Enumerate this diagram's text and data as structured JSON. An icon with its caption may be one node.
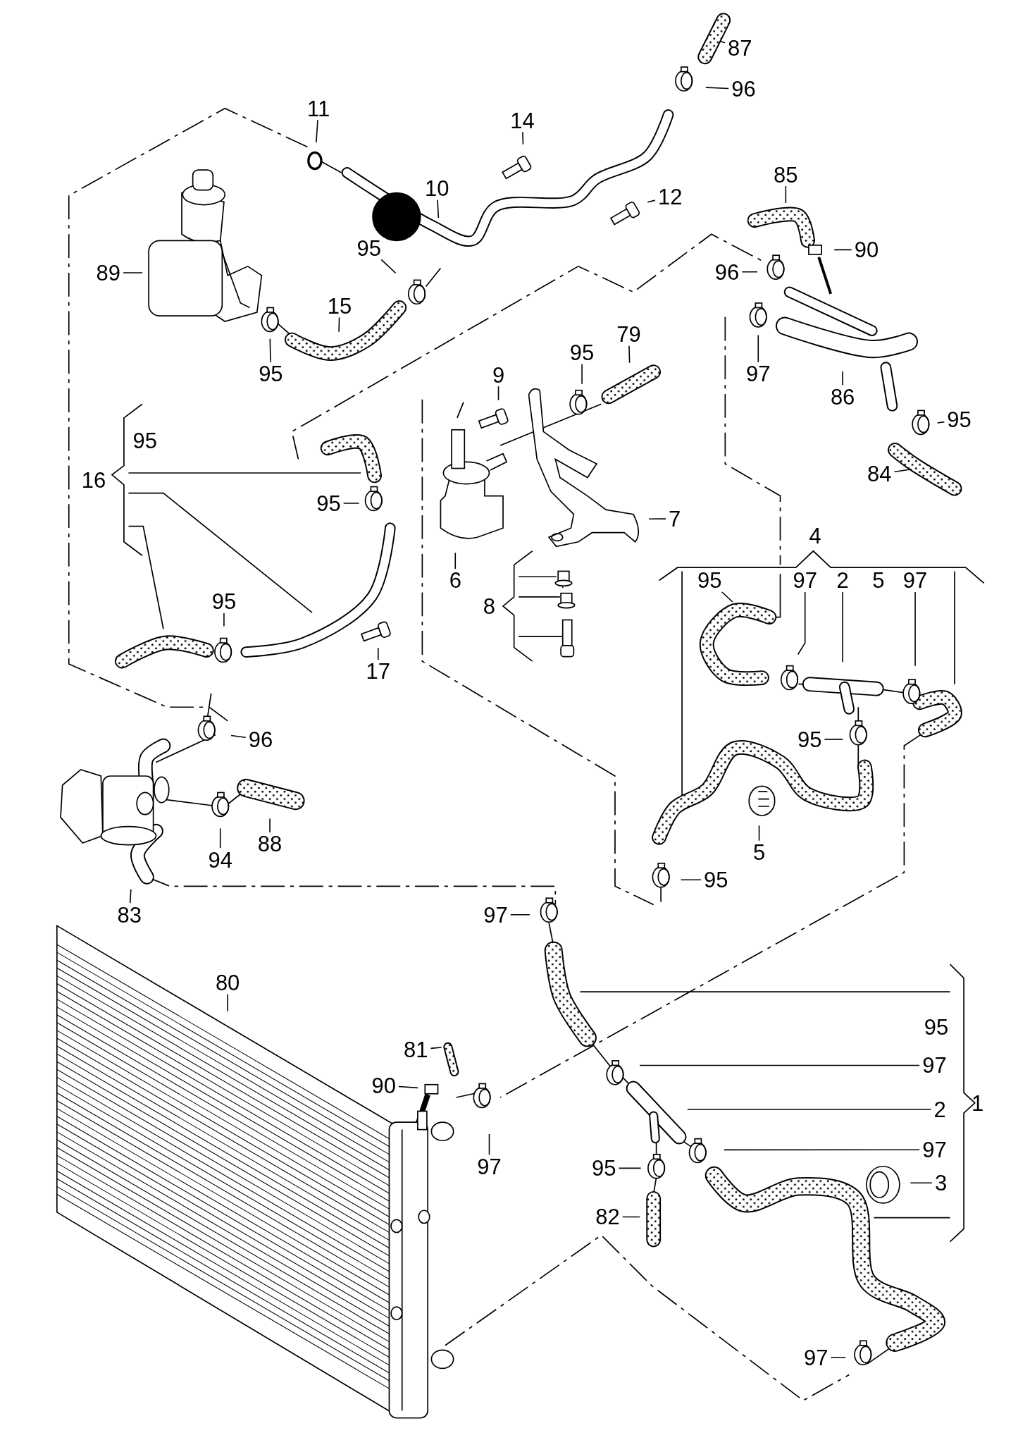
{
  "diagram": {
    "nodes": [
      {
        "text": [
          "87"
        ]
      },
      {
        "text": [
          "96"
        ]
      },
      {
        "text": [
          "11"
        ]
      },
      {
        "text": [
          "14"
        ]
      },
      {
        "text": [
          "10"
        ]
      },
      {
        "text": [
          "12"
        ]
      },
      {
        "text": [
          "85"
        ]
      },
      {
        "text": [
          "90"
        ]
      },
      {
        "text": [
          "89"
        ]
      },
      {
        "text": [
          "95"
        ]
      },
      {
        "text": [
          "96"
        ]
      },
      {
        "text": [
          "15"
        ]
      },
      {
        "text": [
          "95"
        ]
      },
      {
        "text": [
          "97"
        ]
      },
      {
        "text": [
          "86"
        ]
      },
      {
        "text": [
          "95"
        ]
      },
      {
        "text": [
          "84"
        ]
      },
      {
        "text": [
          "9"
        ]
      },
      {
        "text": [
          "95"
        ]
      },
      {
        "text": [
          "79"
        ]
      },
      {
        "text": [
          "95"
        ]
      },
      {
        "text": [
          "7"
        ]
      },
      {
        "text": [
          "6"
        ]
      },
      {
        "text": [
          "95"
        ]
      },
      {
        "text": [
          "97"
        ]
      },
      {
        "text": [
          "2"
        ]
      },
      {
        "text": [
          "97"
        ]
      },
      {
        "text": [
          "95"
        ]
      },
      {
        "text": [
          "17"
        ]
      },
      {
        "text": [
          "96"
        ]
      },
      {
        "text": [
          "95"
        ]
      },
      {
        "text": [
          "5"
        ]
      },
      {
        "text": [
          "94"
        ]
      },
      {
        "text": [
          "88"
        ]
      },
      {
        "text": [
          "83"
        ]
      },
      {
        "text": [
          "95"
        ]
      },
      {
        "text": [
          "97"
        ]
      },
      {
        "text": [
          "80"
        ]
      },
      {
        "text": [
          "81"
        ]
      },
      {
        "text": [
          "90"
        ]
      },
      {
        "text": [
          "97"
        ]
      },
      {
        "text": [
          "97"
        ]
      },
      {
        "text": [
          "2"
        ]
      },
      {
        "text": [
          "95"
        ]
      },
      {
        "text": [
          "97"
        ]
      },
      {
        "text": [
          "3"
        ]
      },
      {
        "text": [
          "82"
        ]
      },
      {
        "text": [
          "97"
        ]
      }
    ],
    "edges": [
      {
        "from": 0,
        "to": null,
        "arrow": "none"
      },
      {
        "from": 1,
        "to": null,
        "arrow": "none"
      },
      {
        "from": 2,
        "to": null,
        "arrow": "none"
      },
      {
        "from": 3,
        "to": null,
        "arrow": "none"
      },
      {
        "from": 4,
        "to": null,
        "arrow": "none"
      },
      {
        "from": 5,
        "to": null,
        "arrow": "none"
      },
      {
        "from": 6,
        "to": null,
        "arrow": "none"
      },
      {
        "from": 7,
        "to": null,
        "arrow": "none"
      },
      {
        "from": 8,
        "to": null,
        "arrow": "none"
      },
      {
        "from": 9,
        "to": null,
        "arrow": "none"
      },
      {
        "from": 10,
        "to": null,
        "arrow": "none"
      },
      {
        "from": 11,
        "to": null,
        "arrow": "none"
      },
      {
        "from": 12,
        "to": null,
        "arrow": "none"
      },
      {
        "from": 13,
        "to": null,
        "arrow": "none"
      },
      {
        "from": 14,
        "to": null,
        "arrow": "none"
      },
      {
        "from": 15,
        "to": null,
        "arrow": "none"
      },
      {
        "from": 16,
        "to": null,
        "arrow": "none"
      },
      {
        "from": 17,
        "to": null,
        "arrow": "none"
      },
      {
        "from": 18,
        "to": null,
        "arrow": "none"
      },
      {
        "from": 19,
        "to": null,
        "arrow": "none"
      },
      {
        "from": 20,
        "to": null,
        "arrow": "none"
      },
      {
        "from": 21,
        "to": null,
        "arrow": "none"
      },
      {
        "from": 22,
        "to": null,
        "arrow": "none"
      },
      {
        "from": 23,
        "to": null,
        "arrow": "none"
      },
      {
        "from": 24,
        "to": null,
        "arrow": "none"
      },
      {
        "from": 25,
        "to": null,
        "arrow": "none"
      },
      {
        "from": 26,
        "to": null,
        "arrow": "none"
      },
      {
        "from": 27,
        "to": null,
        "arrow": "none"
      },
      {
        "from": 28,
        "to": null,
        "arrow": "none"
      },
      {
        "from": 29,
        "to": null,
        "arrow": "none"
      },
      {
        "from": 30,
        "to": null,
        "arrow": "none"
      },
      {
        "from": 31,
        "to": null,
        "arrow": "none"
      },
      {
        "from": 32,
        "to": null,
        "arrow": "none"
      },
      {
        "from": 33,
        "to": null,
        "arrow": "none"
      },
      {
        "from": 34,
        "to": null,
        "arrow": "none"
      },
      {
        "from": 35,
        "to": null,
        "arrow": "none"
      },
      {
        "from": 36,
        "to": null,
        "arrow": "none"
      },
      {
        "from": 37,
        "to": null,
        "arrow": "none"
      },
      {
        "from": 38,
        "to": null,
        "arrow": "none"
      },
      {
        "from": 39,
        "to": null,
        "arrow": "none"
      },
      {
        "from": 40,
        "to": null,
        "arrow": "none"
      },
      {
        "from": 41,
        "to": null,
        "arrow": "none"
      },
      {
        "from": 42,
        "to": null,
        "arrow": "none"
      },
      {
        "from": 43,
        "to": null,
        "arrow": "none"
      },
      {
        "from": 44,
        "to": null,
        "arrow": "none"
      },
      {
        "from": 45,
        "to": null,
        "arrow": "none"
      },
      {
        "from": 46,
        "to": null,
        "arrow": "none"
      },
      {
        "from": 47,
        "to": null,
        "arrow": "none"
      }
    ],
    "labels": [
      "95",
      "16",
      "4",
      "5",
      "8",
      "95",
      "1"
    ]
  }
}
